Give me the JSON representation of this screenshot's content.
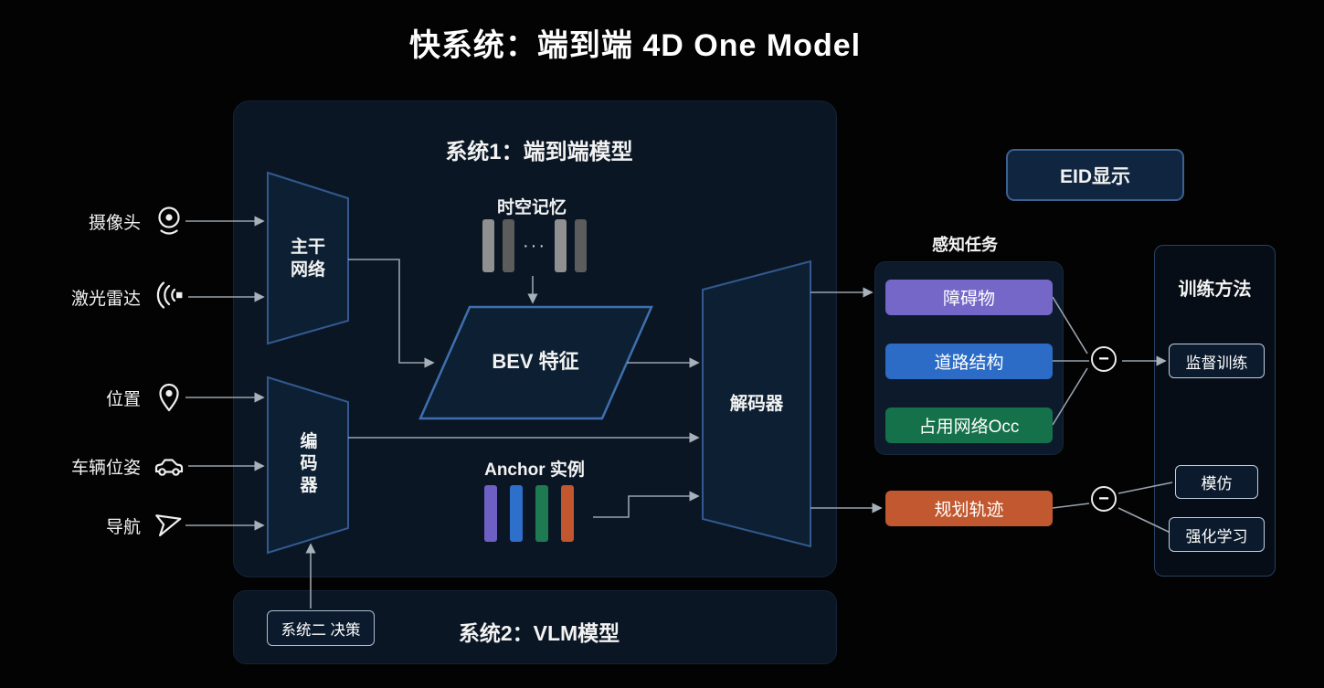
{
  "title": "快系统：端到端 4D One Model",
  "inputs": [
    {
      "label": "摄像头",
      "icon": "camera-icon"
    },
    {
      "label": "激光雷达",
      "icon": "lidar-icon"
    },
    {
      "label": "位置",
      "icon": "location-pin-icon"
    },
    {
      "label": "车辆位姿",
      "icon": "car-icon"
    },
    {
      "label": "导航",
      "icon": "navigation-icon"
    }
  ],
  "system1": {
    "title": "系统1：端到端模型",
    "backbone_label": "主干网络",
    "encoder_label": "编码器",
    "decoder_label": "解码器",
    "bev_label": "BEV 特征",
    "memory": {
      "label": "时空记忆",
      "ellipsis": "···",
      "bar_colors": [
        "#909090",
        "#5c5c5c",
        "#909090",
        "#5c5c5c"
      ]
    },
    "anchor": {
      "label": "Anchor 实例",
      "bar_colors": [
        "#6E5FC5",
        "#2E6FCB",
        "#1E7A50",
        "#C2562E"
      ]
    }
  },
  "perception": {
    "group_label": "感知任务",
    "tasks": [
      {
        "label": "障碍物",
        "color": "#7467C8"
      },
      {
        "label": "道路结构",
        "color": "#2C6CC6"
      },
      {
        "label": "占用网络Occ",
        "color": "#14714A"
      }
    ]
  },
  "planning": {
    "label": "规划轨迹",
    "color": "#C1582F"
  },
  "training": {
    "title": "训练方法",
    "supervised_label": "监督训练",
    "imitation_label": "模仿",
    "reinforcement_label": "强化学习"
  },
  "eid_label": "EID显示",
  "system2": {
    "title": "系统2：VLM模型",
    "decision_label": "系统二 决策"
  },
  "icons": {
    "minus": "−"
  },
  "colors": {
    "background": "#030303",
    "panel": "#0a1624",
    "shape_fill": "#0d2033",
    "shape_border": "#33598f",
    "connector_line": "#9aa2ad"
  }
}
